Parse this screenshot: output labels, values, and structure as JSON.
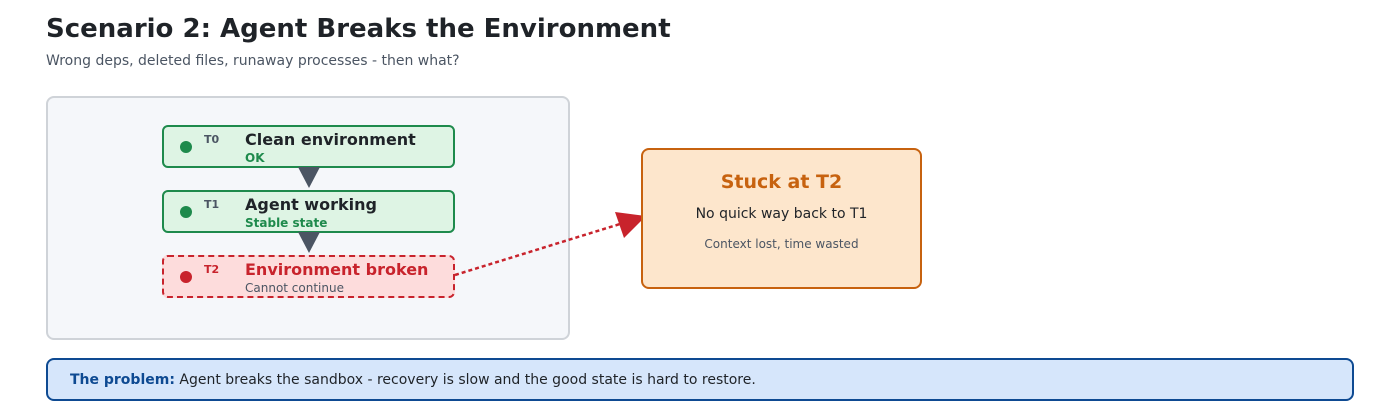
{
  "header": {
    "title": "Scenario 2: Agent Breaks the Environment",
    "subtitle": "Wrong deps, deleted files, runaway processes - then what?"
  },
  "timeline": {
    "states": [
      {
        "tag": "T0",
        "name": "Clean environment",
        "status": "OK",
        "kind": "ok"
      },
      {
        "tag": "T1",
        "name": "Agent working",
        "status": "Stable state",
        "kind": "ok"
      },
      {
        "tag": "T2",
        "name": "Environment broken",
        "status": "Cannot continue",
        "kind": "broken"
      }
    ]
  },
  "outcome": {
    "title": "Stuck at T2",
    "line": "No quick way back to T1",
    "note": "Context lost, time wasted"
  },
  "problem": {
    "label": "The problem:",
    "text": " Agent breaks the sandbox - recovery is slow and the good state is hard to restore."
  },
  "colors": {
    "ok": "#1e8a4c",
    "broken": "#c8232c",
    "outcome": "#c7620f",
    "problem": "#0e4a92",
    "arrow": "#4b5563"
  }
}
